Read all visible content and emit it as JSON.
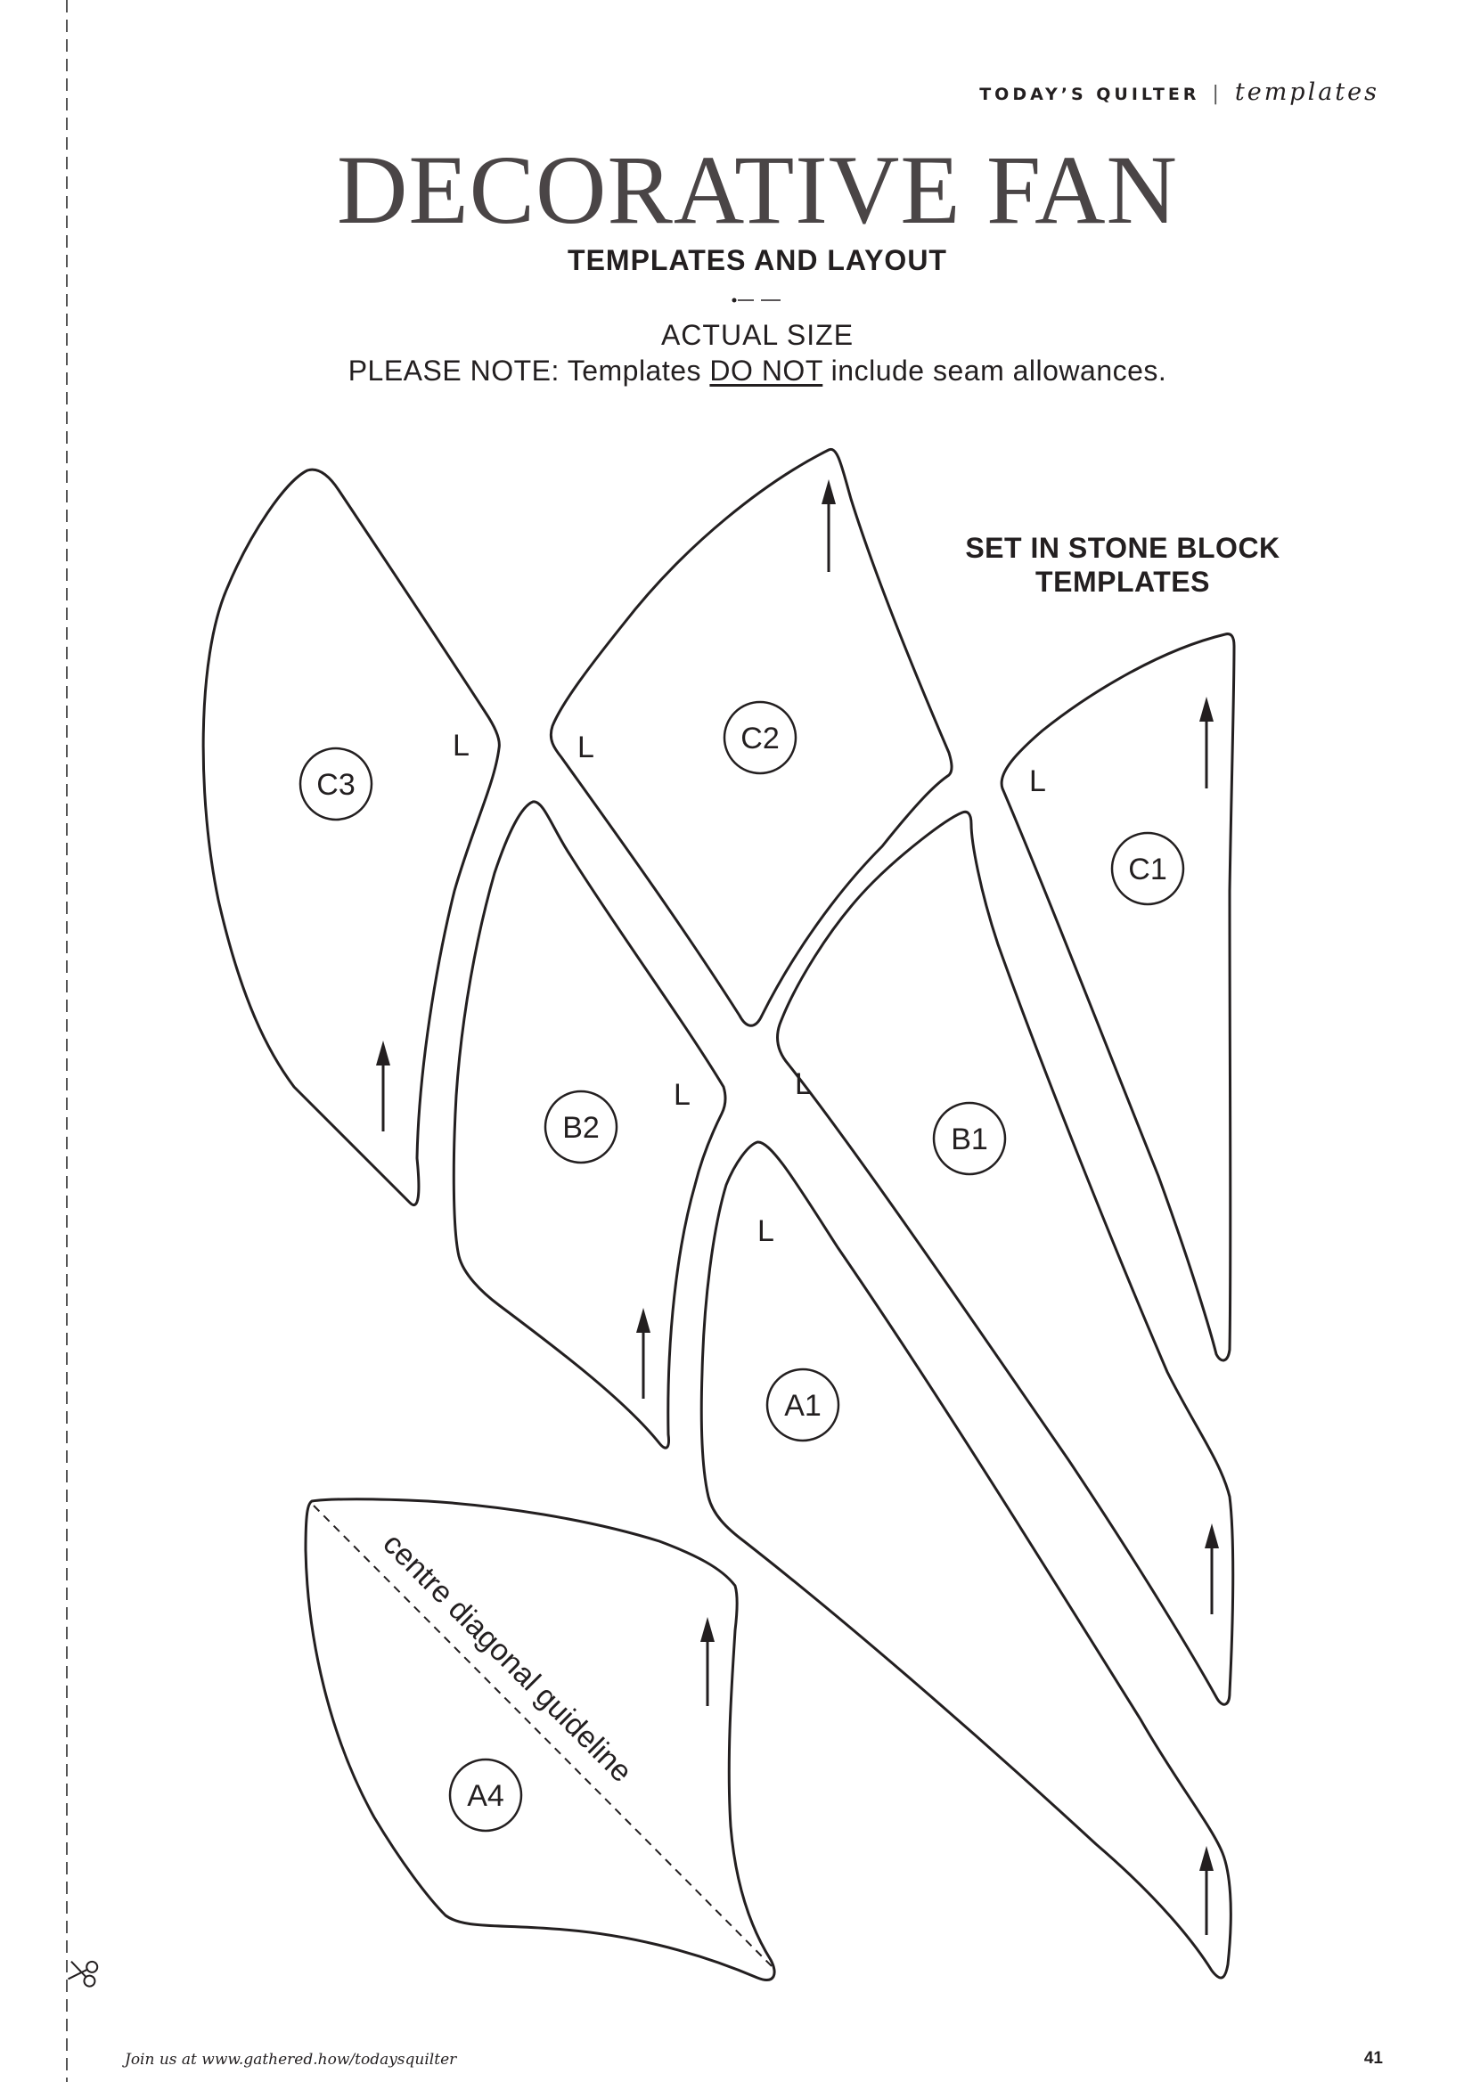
{
  "header": {
    "brand": "TODAY’S QUILTER",
    "separator": "|",
    "section": "templates"
  },
  "title": "DECORATIVE FAN",
  "subtitle": "TEMPLATES AND LAYOUT",
  "actual_size": "ACTUAL SIZE",
  "note": {
    "prefix": "PLEASE NOTE: Templates ",
    "emphasis": "DO NOT",
    "suffix": " include seam allowances."
  },
  "block_heading": {
    "line1": "SET IN STONE BLOCK",
    "line2": "TEMPLATES"
  },
  "templates": {
    "c3": "C3",
    "c2": "C2",
    "c1": "C1",
    "b2": "B2",
    "b1": "B1",
    "a1": "A1",
    "a4": "A4",
    "mark": "L",
    "guideline": "centre diagonal guideline"
  },
  "icons": {
    "scissors": "scissors-icon",
    "grainline": "arrow-up-icon"
  },
  "footer": {
    "website": "Join us at www.gathered.how/todaysquilter",
    "page_number": "41"
  }
}
